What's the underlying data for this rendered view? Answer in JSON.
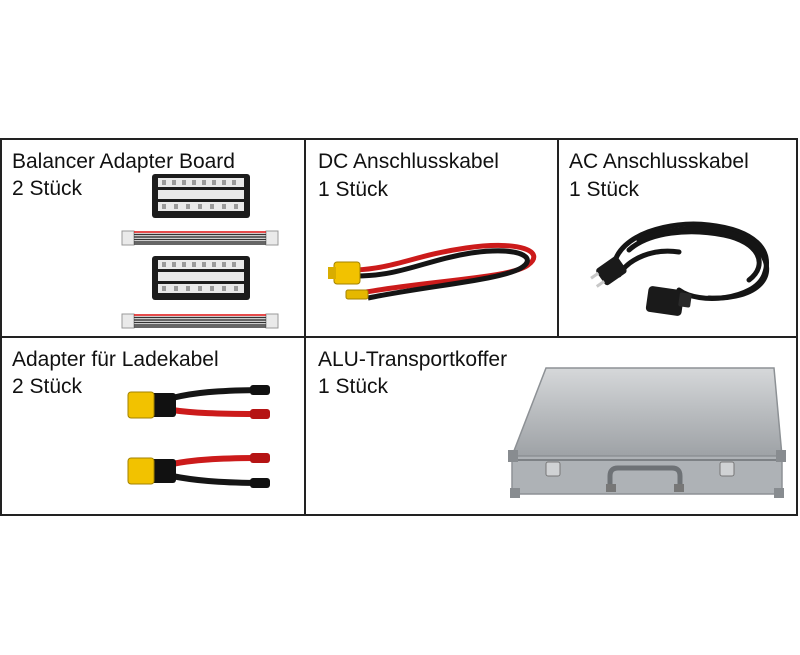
{
  "items": [
    {
      "title": "Balancer Adapter Board",
      "qty": "2 Stück"
    },
    {
      "title": "DC Anschlusskabel",
      "qty": "1 Stück"
    },
    {
      "title": "AC Anschlusskabel",
      "qty": "1 Stück"
    },
    {
      "title": "Adapter für Ladekabel",
      "qty": "2 Stück"
    },
    {
      "title": "ALU-Transportkoffer",
      "qty": "1 Stück"
    }
  ],
  "colors": {
    "border": "#222222",
    "connector_yellow": "#f2c200",
    "cable_red": "#cc1b1b",
    "cable_black": "#151515",
    "aluminium": "#b9bcbf"
  }
}
